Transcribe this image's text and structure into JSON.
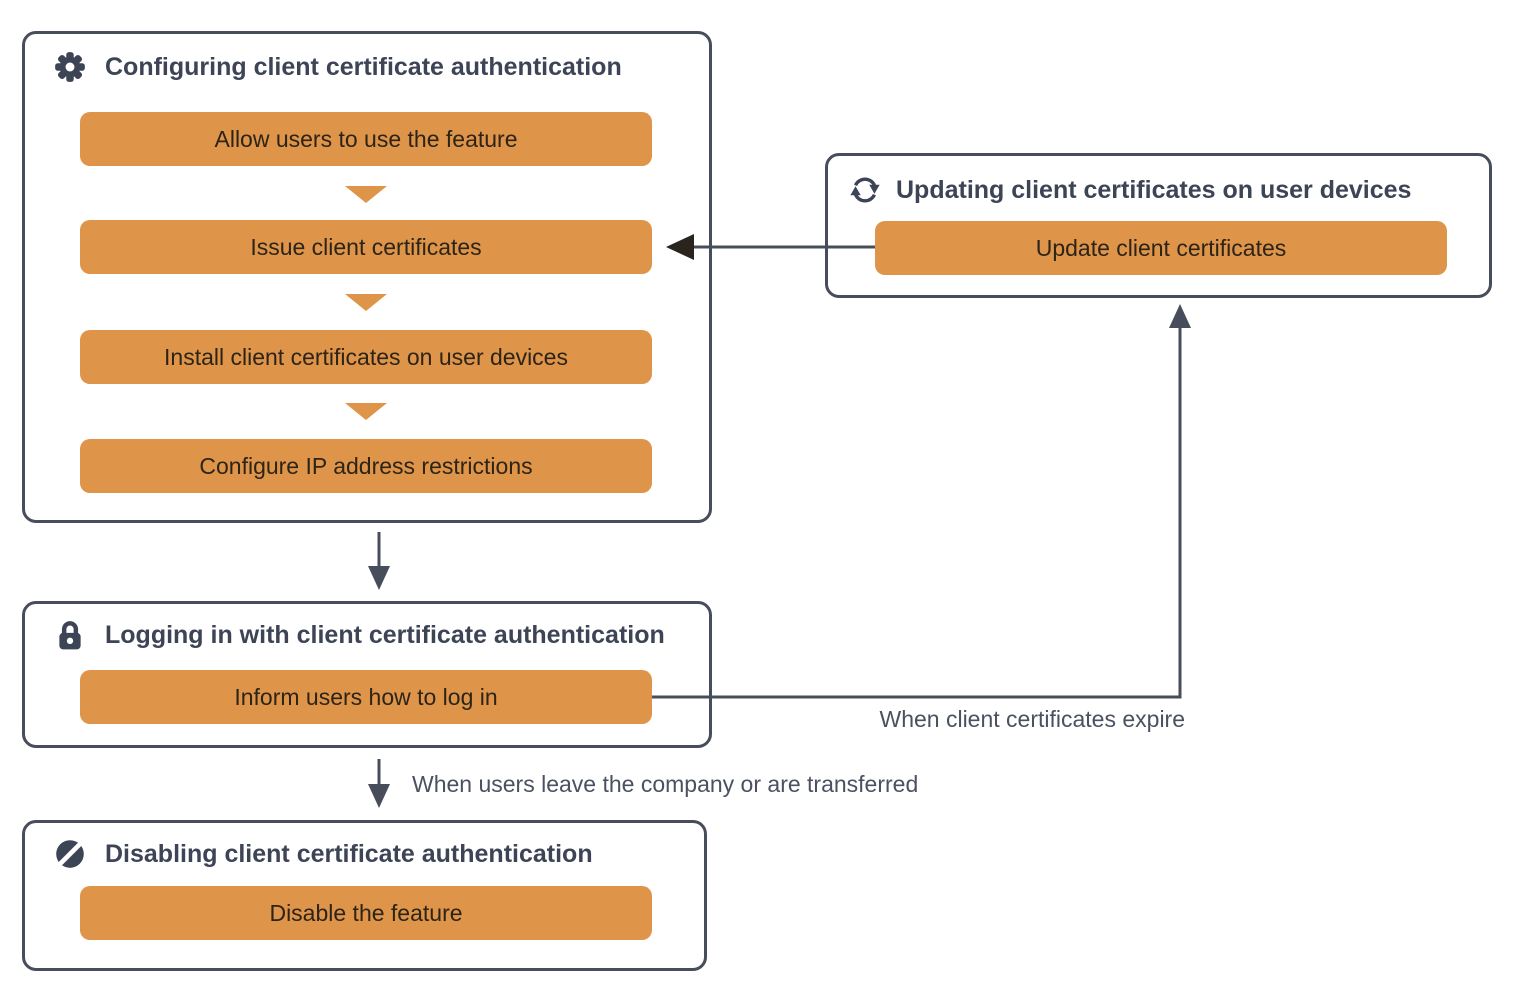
{
  "colors": {
    "accent_orange": "#de9449",
    "box_border": "#474d5b",
    "heading_text": "#3d4456",
    "label_text": "#4a5160",
    "pill_text": "#2d2418"
  },
  "groups": {
    "configuring": {
      "icon": "gear-icon",
      "title": "Configuring client certificate authentication",
      "steps": [
        "Allow users to use the feature",
        "Issue client certificates",
        "Install client certificates on user devices",
        "Configure IP address restrictions"
      ]
    },
    "updating": {
      "icon": "refresh-icon",
      "title": "Updating client certificates on user devices",
      "steps": [
        "Update client certificates"
      ]
    },
    "logging_in": {
      "icon": "lock-icon",
      "title": "Logging in with client certificate authentication",
      "steps": [
        "Inform users how to log in"
      ]
    },
    "disabling": {
      "icon": "no-entry-icon",
      "title": "Disabling client certificate authentication",
      "steps": [
        "Disable the feature"
      ]
    }
  },
  "edge_labels": {
    "certificates_expire": "When client certificates expire",
    "users_leave": "When users leave the company or are transferred"
  }
}
